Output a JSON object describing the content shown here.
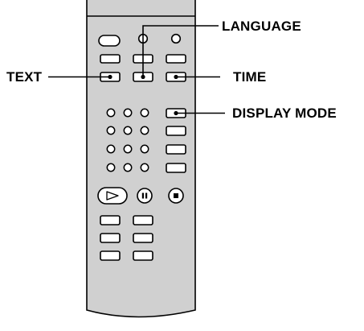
{
  "callouts": {
    "language": "LANGUAGE",
    "text": "TEXT",
    "time": "TIME",
    "display_mode": "DISPLAY MODE"
  },
  "colors": {
    "remote_body": "#d0d0d0",
    "remote_outline": "#000000",
    "button_fill": "#ffffff",
    "leader_line": "#000000",
    "label_text": "#000000"
  },
  "icons": {
    "play": "play-icon",
    "pause": "pause-icon",
    "stop": "stop-icon"
  }
}
